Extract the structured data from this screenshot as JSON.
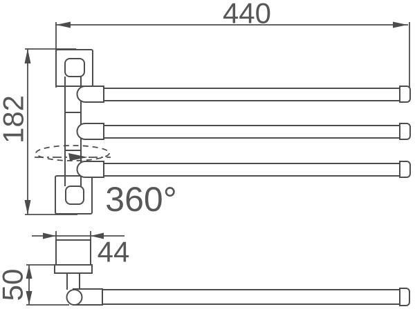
{
  "colors": {
    "line": "#4c4c4e",
    "text": "#57575a",
    "background": "#ffffff"
  },
  "drawing": {
    "type": "technical-dimension-drawing"
  },
  "dimensions": {
    "front_view": {
      "total_length": "440",
      "total_height": "182",
      "swivel_angle": "360°"
    },
    "side_view": {
      "plate_width": "44",
      "drop_height": "50"
    }
  }
}
